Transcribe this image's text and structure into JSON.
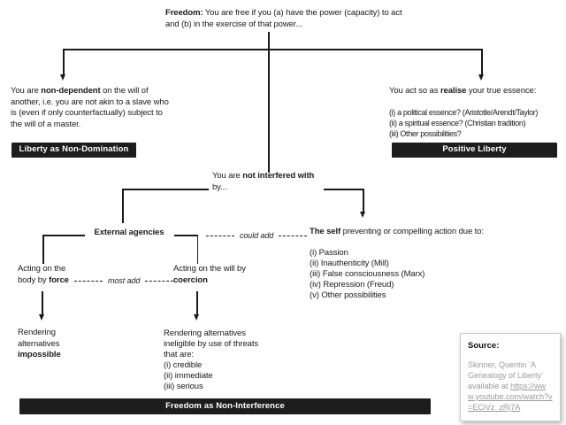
{
  "palette": {
    "bg": "#ffffff",
    "ink": "#1a1a1a",
    "badge_bg": "#1d1d1d",
    "badge_fg": "#ffffff",
    "muted": "#9a9a9a"
  },
  "root": {
    "lead": "Freedom:",
    "rest": " You are free if you (a) have the power (capacity) to act and (b) in the exercise of that power..."
  },
  "non_domination": {
    "pre": "You are ",
    "bold": "non-dependent",
    "post": " on the will of another, i.e. you are not akin to a slave who is (even if only counterfactually) subject to the will of a master.",
    "badge": "Liberty as Non-Domination"
  },
  "positive": {
    "pre": "You act so as ",
    "bold": "realise",
    "post": " your true essence:",
    "items": [
      "(i) a political essence? (Aristotle/Arendt/Taylor)",
      "(ii) a spiritual essence? (Christian tradition)",
      "(iii) Other possibilities?"
    ],
    "badge": "Positive Liberty"
  },
  "interference": {
    "pre": "You are ",
    "bold": "not interfered with",
    "post": " by..."
  },
  "external": {
    "label": "External agencies"
  },
  "connectors": {
    "could_add": "could add",
    "most_add": "most add"
  },
  "self_block": {
    "bold": "The self",
    "post": " preventing or compelling action due to:",
    "items": [
      "(i) Passion",
      "(ii) Inauthenticity (Mill)",
      "(iii) False consciousness (Marx)",
      "(iv) Repression (Freud)",
      "(v) Other possibilities"
    ]
  },
  "force": {
    "pre": "Acting on the body by ",
    "bold": "force"
  },
  "coercion": {
    "pre": "Acting on the will by ",
    "bold": "coercion"
  },
  "impossible": {
    "pre": "Rendering alternatives ",
    "bold": "impossible"
  },
  "ineligible": {
    "lead": "Rendering alternatives ineligible by use of threats that are:",
    "items": [
      "(i) credible",
      "(ii) immediate",
      "(iii) serious"
    ]
  },
  "non_interference_badge": "Freedom as Non-Interference",
  "source": {
    "title": "Source:",
    "citation": "Skinner, Quentin ‘A Genealogy of Liberty’ available at ",
    "link": "https://www.youtube.com/watch?v=ECiVz_zRj7A"
  }
}
